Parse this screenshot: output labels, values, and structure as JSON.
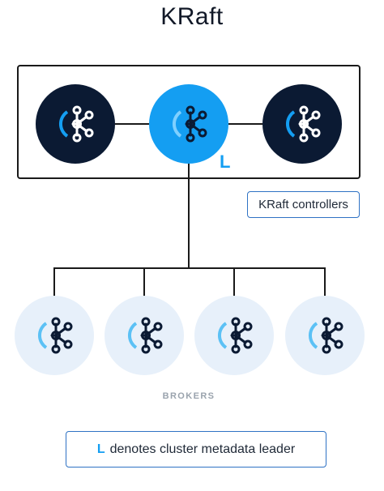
{
  "title": "KRaft",
  "controllers_label": "KRaft controllers",
  "leader_mark": "L",
  "brokers_label": "BROKERS",
  "legend": {
    "mark": "L",
    "text": "denotes cluster metadata leader"
  },
  "colors": {
    "controller_dark": "#0b1a33",
    "controller_leader": "#149ef2",
    "broker_bg": "#e7f0fa",
    "accent": "#149ef2",
    "border": "#2f72c4"
  },
  "nodes": {
    "controllers": [
      {
        "role": "controller"
      },
      {
        "role": "leader"
      },
      {
        "role": "controller"
      }
    ],
    "brokers": [
      {
        "role": "broker"
      },
      {
        "role": "broker"
      },
      {
        "role": "broker"
      },
      {
        "role": "broker"
      }
    ],
    "icon": "kafka-icon"
  }
}
